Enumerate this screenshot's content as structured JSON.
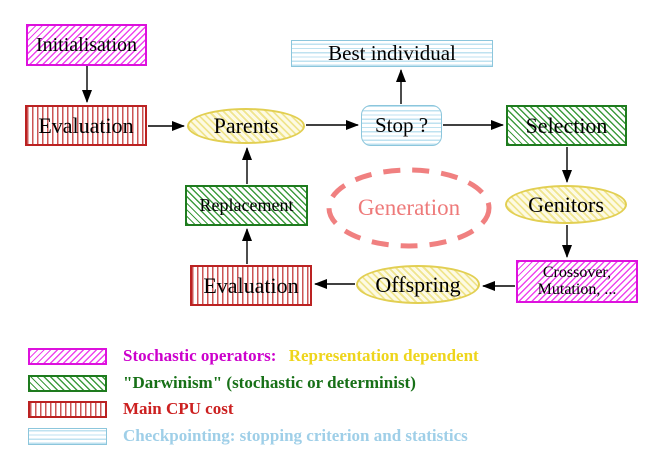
{
  "diagram": {
    "nodes": {
      "initialisation": {
        "label": "Initialisation"
      },
      "evaluation_top": {
        "label": "Evaluation"
      },
      "parents": {
        "label": "Parents"
      },
      "best_individual": {
        "label": "Best individual"
      },
      "stop": {
        "label": "Stop ?"
      },
      "selection": {
        "label": "Selection"
      },
      "genitors": {
        "label": "Genitors"
      },
      "crossover_mutation": {
        "line1": "Crossover,",
        "line2": "Mutation, ..."
      },
      "offspring": {
        "label": "Offspring"
      },
      "evaluation_bottom": {
        "label": "Evaluation"
      },
      "replacement": {
        "label": "Replacement"
      },
      "generation": {
        "label": "Generation"
      }
    },
    "edges": [
      {
        "from": "initialisation",
        "to": "evaluation_top"
      },
      {
        "from": "evaluation_top",
        "to": "parents"
      },
      {
        "from": "parents",
        "to": "stop"
      },
      {
        "from": "stop",
        "to": "best_individual"
      },
      {
        "from": "stop",
        "to": "selection"
      },
      {
        "from": "selection",
        "to": "genitors"
      },
      {
        "from": "genitors",
        "to": "crossover_mutation"
      },
      {
        "from": "crossover_mutation",
        "to": "offspring"
      },
      {
        "from": "offspring",
        "to": "evaluation_bottom"
      },
      {
        "from": "evaluation_bottom",
        "to": "replacement"
      },
      {
        "from": "replacement",
        "to": "parents"
      }
    ],
    "colors": {
      "magenta": "#dd11dd",
      "red": "#bb2222",
      "green": "#1e7b1e",
      "cyan": "#8cc6dc",
      "yellow": "#e2cf52",
      "salmon": "#f08080",
      "arrow": "#000000"
    }
  },
  "legend": {
    "items": [
      {
        "label": "Stochastic operators:",
        "suffix": "Representation dependent",
        "label_color": "#cc00cc",
        "suffix_color": "#eed51c",
        "pattern": "magenta-diagonal-hatch"
      },
      {
        "label": "\"Darwinism\" (stochastic or determinist)",
        "suffix": "",
        "label_color": "#177017",
        "suffix_color": "",
        "pattern": "green-diagonal-hatch"
      },
      {
        "label": "Main CPU cost",
        "suffix": "",
        "label_color": "#cc2020",
        "suffix_color": "",
        "pattern": "red-vertical-hatch"
      },
      {
        "label": "Checkpointing: stopping criterion and statistics",
        "suffix": "",
        "label_color": "#9fcfe8",
        "suffix_color": "",
        "pattern": "cyan-horizontal-hatch"
      }
    ]
  }
}
